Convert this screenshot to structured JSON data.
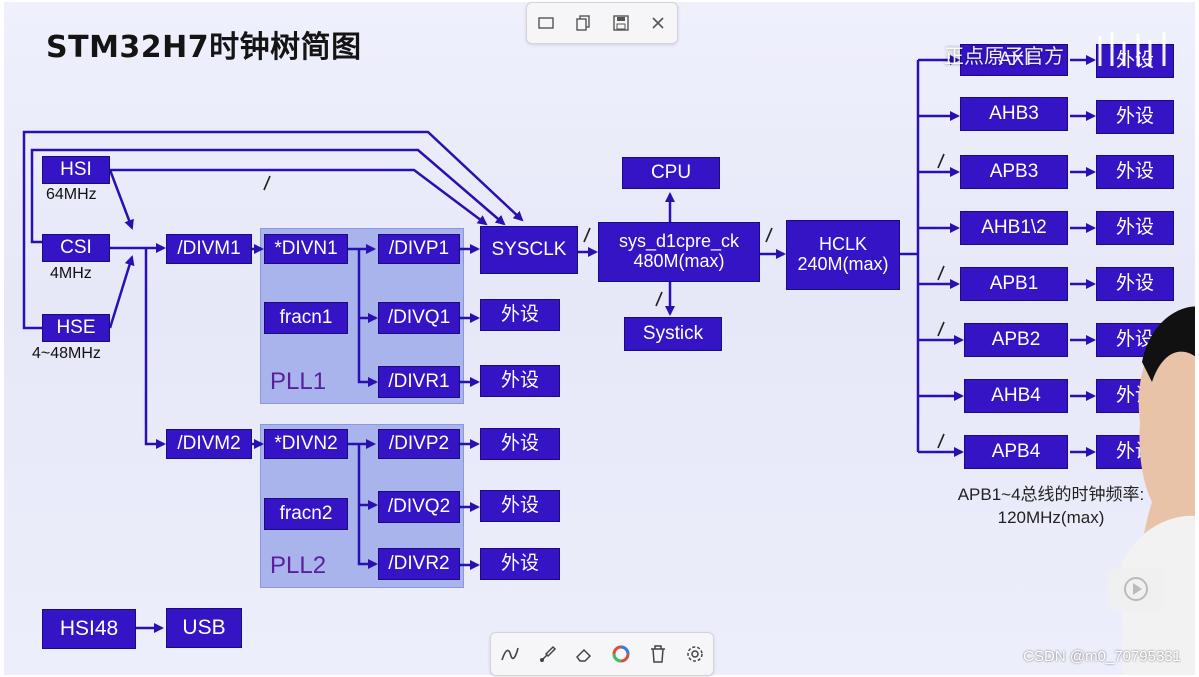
{
  "title": "STM32H7时钟树简图",
  "sources": {
    "hsi": {
      "label": "HSI",
      "freq": "64MHz"
    },
    "csi": {
      "label": "CSI",
      "freq": "4MHz"
    },
    "hse": {
      "label": "HSE",
      "freq": "4~48MHz"
    },
    "hsi48": {
      "label": "HSI48"
    },
    "usb": {
      "label": "USB"
    }
  },
  "dividers": {
    "divm1": "/DIVM1",
    "divm2": "/DIVM2"
  },
  "pll1": {
    "name": "PLL1",
    "divn": "*DIVN1",
    "fracn": "fracn1",
    "divp": "/DIVP1",
    "divq": "/DIVQ1",
    "divr": "/DIVR1"
  },
  "pll2": {
    "name": "PLL2",
    "divn": "*DIVN2",
    "fracn": "fracn2",
    "divp": "/DIVP2",
    "divq": "/DIVQ2",
    "divr": "/DIVR2"
  },
  "peripheral_label": "外设",
  "core": {
    "sysclk": "SYSCLK",
    "d1cpre": "sys_d1cpre_ck",
    "d1cpre_max": "480M(max)",
    "cpu": "CPU",
    "systick": "Systick",
    "hclk": "HCLK",
    "hclk_max": "240M(max)"
  },
  "buses": [
    "AXI",
    "AHB3",
    "APB3",
    "AHB1\\2",
    "APB1",
    "APB2",
    "AHB4",
    "APB4"
  ],
  "note": {
    "line1": "APB1~4总线的时钟频率:",
    "line2": "120MHz(max)"
  },
  "overlay": {
    "watermark": "正点原子官方",
    "csdn": "CSDN @m0_70795331"
  },
  "colors": {
    "box": "#3414c4",
    "pll_bg": "#a9b3ec",
    "pll_label": "#5a1f9a",
    "wire": "#2a10b0"
  },
  "icons": {
    "window_toolbar": [
      "window-icon",
      "copy-icon",
      "save-icon",
      "close-icon"
    ],
    "draw_toolbar": [
      "pen-icon",
      "brush-icon",
      "eraser-icon",
      "color-icon",
      "trash-icon",
      "settings-icon"
    ]
  }
}
